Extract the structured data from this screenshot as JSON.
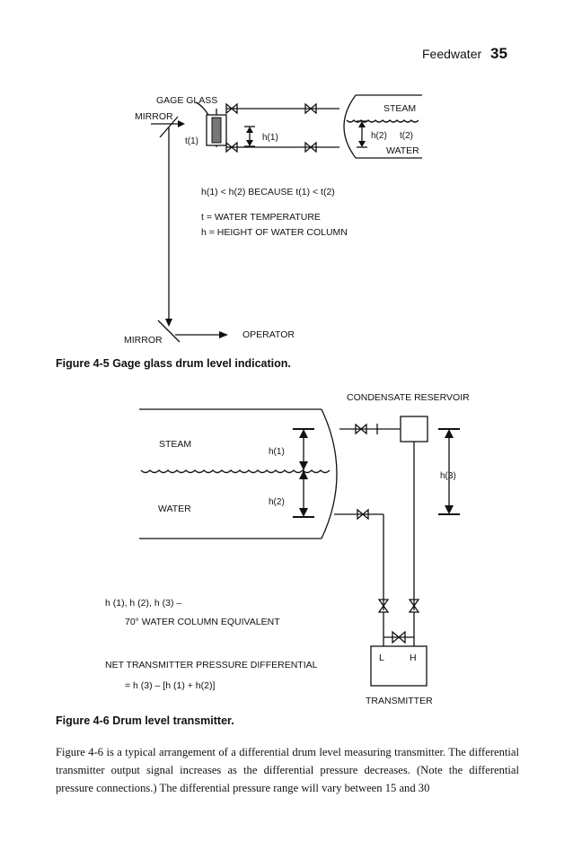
{
  "header": {
    "section": "Feedwater",
    "page_number": "35"
  },
  "figure_4_5": {
    "caption": "Figure 4-5 Gage glass drum level indication.",
    "labels": {
      "gage_glass": "GAGE GLASS",
      "mirror_top": "MIRROR",
      "t1": "t(1)",
      "h1": "h(1)",
      "steam": "STEAM",
      "h2": "h(2)",
      "t2": "t(2)",
      "water": "WATER",
      "mirror_bottom": "MIRROR",
      "operator": "OPERATOR"
    },
    "notes": [
      "h(1) < h(2) BECAUSE t(1) < t(2)",
      "t = WATER TEMPERATURE",
      "h = HEIGHT OF WATER COLUMN"
    ]
  },
  "figure_4_6": {
    "caption": "Figure 4-6 Drum level transmitter.",
    "labels": {
      "condensate_reservoir": "CONDENSATE RESERVOIR",
      "steam": "STEAM",
      "h1": "h(1)",
      "water": "WATER",
      "h2": "h(2)",
      "h3": "h(3)",
      "low": "L",
      "high": "H",
      "transmitter": "TRANSMITTER"
    },
    "notes": {
      "line1": "h (1), h (2), h (3) –",
      "line2": "70° WATER COLUMN EQUIVALENT",
      "line3": "NET TRANSMITTER PRESSURE DIFFERENTIAL",
      "line4": "= h (3) – [h (1) + h(2)]"
    }
  },
  "body_text": "Figure 4-6 is a typical arrangement of a differential drum level measuring transmitter. The differential transmitter output signal increases as the differential pressure decreases. (Note the differential pressure connections.) The differential pressure range will vary between 15 and 30"
}
